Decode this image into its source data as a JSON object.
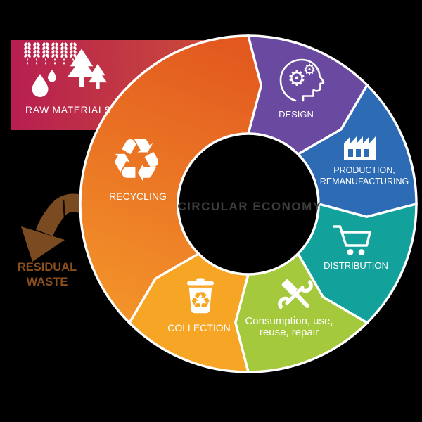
{
  "title": "Circular Economy",
  "background": "#000000",
  "center": {
    "label": "CIRCULAR ECONOMY",
    "text_color": "#3d3d3d"
  },
  "wheel": {
    "border_color": "#ffffff",
    "segments": [
      {
        "id": "design",
        "lines": [
          "DESIGN"
        ],
        "icon": "head-gears-icon",
        "color": "#6a4aa0",
        "start_deg": 0,
        "end_deg": 45
      },
      {
        "id": "production",
        "lines": [
          "PRODUCTION,",
          "REMANUFACTURING"
        ],
        "icon": "factory-icon",
        "color": "#2d6cb4",
        "start_deg": 45,
        "end_deg": 90
      },
      {
        "id": "distribution",
        "lines": [
          "DISTRIBUTION"
        ],
        "icon": "shopping-cart-icon",
        "color": "#12a29b",
        "start_deg": 90,
        "end_deg": 135
      },
      {
        "id": "consumption",
        "lines": [
          "Consumption, use,",
          "reuse, repair"
        ],
        "icon": "hammer-wrench-icon",
        "color": "#a5c93c",
        "start_deg": 135,
        "end_deg": 180
      },
      {
        "id": "collection",
        "lines": [
          "COLLECTION"
        ],
        "icon": "trash-bin-recycle-icon",
        "color": "#f6a524",
        "start_deg": 180,
        "end_deg": 225
      },
      {
        "id": "recycling",
        "lines": [
          "RECYCLING"
        ],
        "icon": "recycle-arrows-icon",
        "color": "#ec7424",
        "color_top": "#e2581f",
        "color_bottom": "#f59b2b",
        "start_deg": 225,
        "end_deg": 360
      }
    ]
  },
  "raw_materials": {
    "label": "RAW MATERIALS",
    "icons": [
      "wheat-icon",
      "water-drops-icon",
      "pine-trees-icon"
    ],
    "color_left": "#b71e51",
    "color_right": "#cd5434",
    "text_color": "#ffffff"
  },
  "residual_waste": {
    "line1": "RESIDUAL",
    "line2": "WASTE",
    "arrow_color": "#7a4a21",
    "text_color": "#8a4f1d"
  }
}
